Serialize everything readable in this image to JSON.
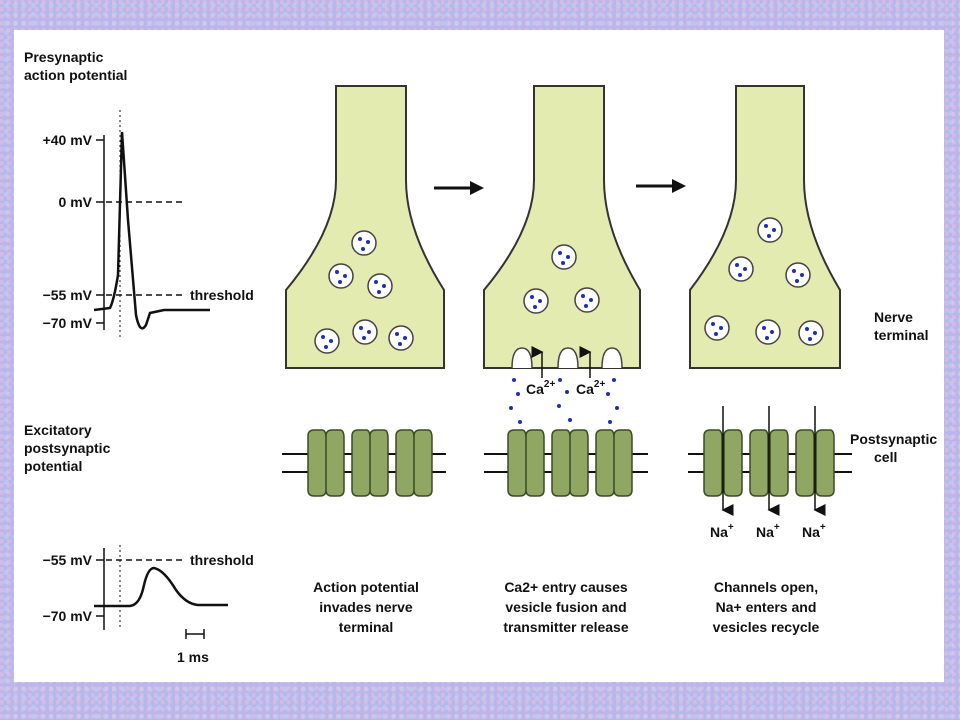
{
  "colors": {
    "terminal_fill": "#e3ebb0",
    "channel_fill": "#8fa763",
    "ion_dots": "#1d2fb8",
    "arrow": "#111111"
  },
  "left": {
    "presynaptic_title": [
      "Presynaptic",
      "action potential"
    ],
    "pre_ticks": [
      "+40 mV",
      "0 mV",
      "−55 mV",
      "−70 mV"
    ],
    "pre_threshold": "threshold",
    "epsp_title": [
      "Excitatory",
      "postsynaptic",
      "potential"
    ],
    "epsp_ticks": [
      "−55 mV",
      "−70 mV"
    ],
    "epsp_threshold": "threshold",
    "scale_bar": "1 ms"
  },
  "labels": {
    "nerve_terminal": [
      "Nerve",
      "terminal"
    ],
    "postsynaptic_cell": [
      "Postsynaptic",
      "cell"
    ],
    "ca": "Ca",
    "ca_sup": "2+",
    "na": "Na",
    "na_sup": "+"
  },
  "captions": [
    [
      "Action potential",
      "invades nerve",
      "terminal"
    ],
    [
      "Ca2+ entry causes",
      "vesicle fusion and",
      "transmitter release"
    ],
    [
      "Channels open,",
      "Na+ enters and",
      "vesicles recycle"
    ]
  ],
  "icons": [
    "right-arrow-icon",
    "right-arrow-icon"
  ]
}
